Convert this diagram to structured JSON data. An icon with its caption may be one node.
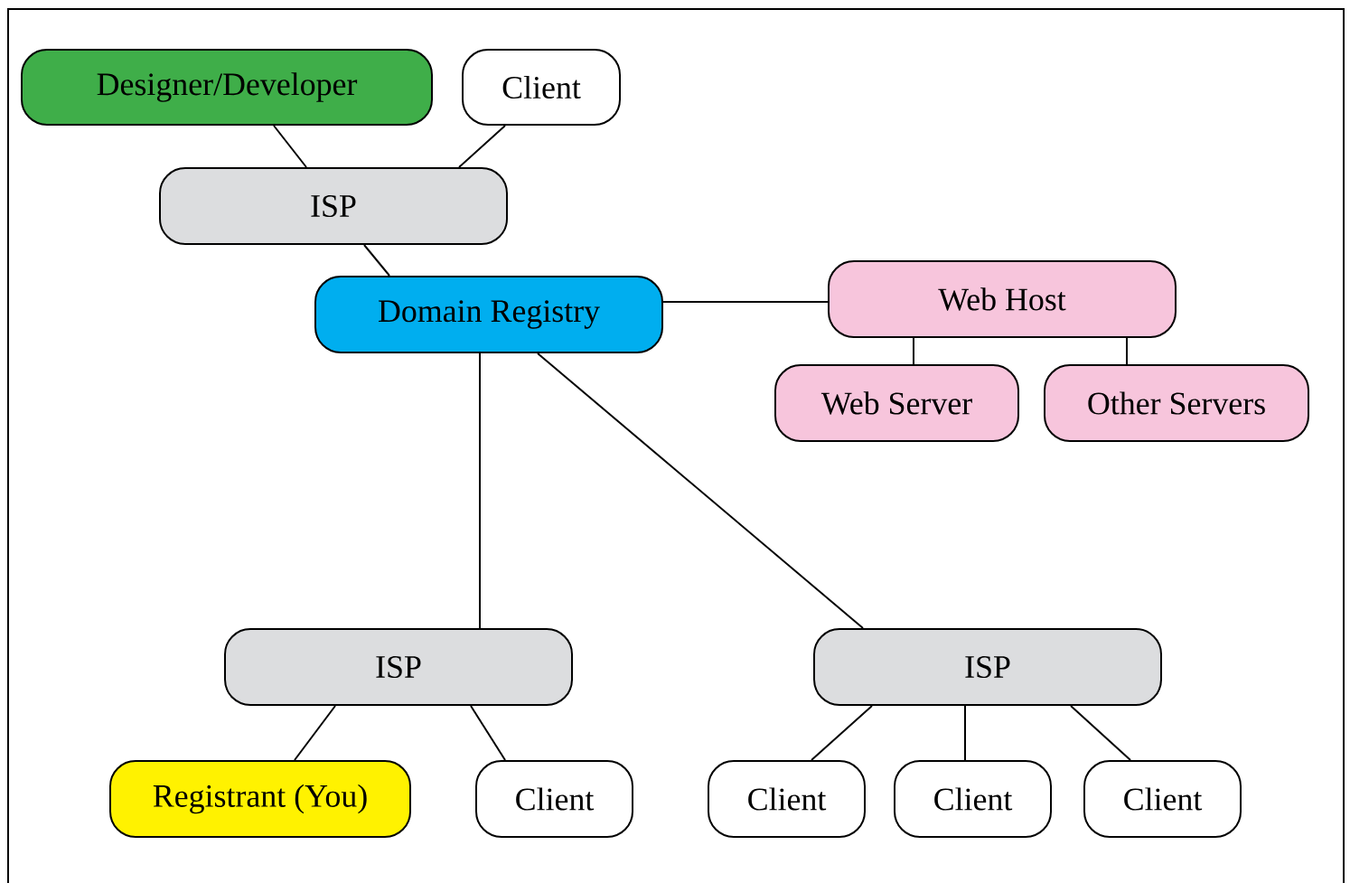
{
  "diagram": {
    "nodes": [
      {
        "text": [
          "Designer/Developer"
        ]
      },
      {
        "text": [
          "Client"
        ]
      },
      {
        "text": [
          "ISP"
        ]
      },
      {
        "text": [
          "Domain Registry"
        ]
      },
      {
        "text": [
          "Web Host"
        ]
      },
      {
        "text": [
          "Web Server"
        ]
      },
      {
        "text": [
          "Other Servers"
        ]
      },
      {
        "text": [
          "ISP"
        ]
      },
      {
        "text": [
          "ISP"
        ]
      },
      {
        "text": [
          "Registrant (You)"
        ]
      },
      {
        "text": [
          "Client"
        ]
      },
      {
        "text": [
          "Client"
        ]
      },
      {
        "text": [
          "Client"
        ]
      },
      {
        "text": [
          "Client"
        ]
      }
    ],
    "edges": [
      {
        "from": 0,
        "to": 2,
        "arrow": "none"
      },
      {
        "from": 1,
        "to": 2,
        "arrow": "none"
      },
      {
        "from": 2,
        "to": 3,
        "arrow": "none"
      },
      {
        "from": 3,
        "to": 4,
        "arrow": "none"
      },
      {
        "from": 4,
        "to": 5,
        "arrow": "none"
      },
      {
        "from": 4,
        "to": 6,
        "arrow": "none"
      },
      {
        "from": 3,
        "to": 7,
        "arrow": "none"
      },
      {
        "from": 3,
        "to": 8,
        "arrow": "none"
      },
      {
        "from": 7,
        "to": 9,
        "arrow": "none"
      },
      {
        "from": 7,
        "to": 10,
        "arrow": "none"
      },
      {
        "from": 8,
        "to": 11,
        "arrow": "none"
      },
      {
        "from": 8,
        "to": 12,
        "arrow": "none"
      },
      {
        "from": 8,
        "to": 13,
        "arrow": "none"
      }
    ]
  }
}
